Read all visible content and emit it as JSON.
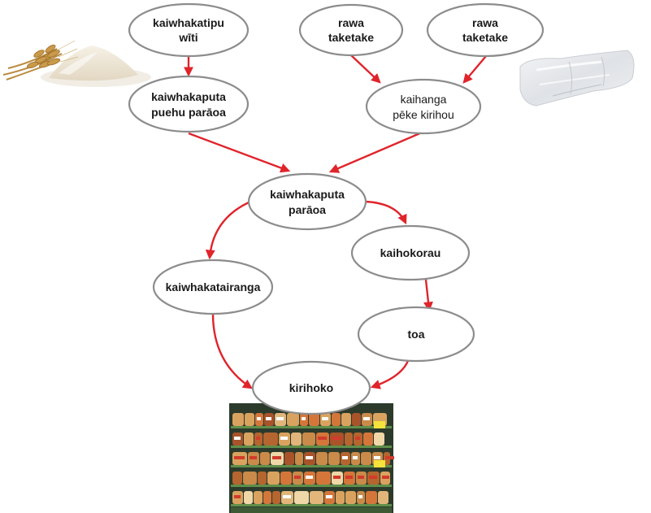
{
  "nodes": {
    "wheat_grower": {
      "line1": "kaiwhakatipu",
      "line2": "wīti"
    },
    "raw_material_left": {
      "line1": "rawa",
      "line2": "taketake"
    },
    "raw_material_right": {
      "line1": "rawa",
      "line2": "taketake"
    },
    "flour_producer": {
      "line1": "kaiwhakaputa",
      "line2": "puehu parāoa"
    },
    "bag_maker": {
      "line1": "kaihanga",
      "line2": "pēke kirihou"
    },
    "bread_producer": {
      "line1": "kaiwhakaputa",
      "line2": "parāoa"
    },
    "marketer": {
      "line1": "kaiwhakatairanga"
    },
    "wholesaler": {
      "line1": "kaihokorau"
    },
    "shop": {
      "line1": "toa"
    },
    "consumer": {
      "line1": "kirihoko"
    }
  },
  "colors": {
    "arrow": "#e0242b",
    "ellipse_border": "#8c8c8c"
  }
}
